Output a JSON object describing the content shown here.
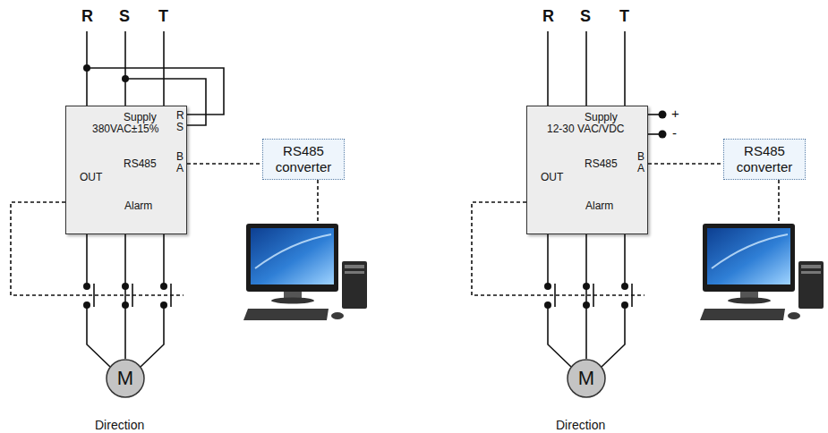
{
  "diagram": {
    "nodes": [
      {
        "text": [
          "Supply",
          "380VAC±15%",
          "R",
          "S",
          "B",
          "A",
          "RS485",
          "OUT",
          "Alarm"
        ]
      },
      {
        "text": [
          "RS485 converter"
        ]
      },
      {
        "text": [
          "M"
        ]
      },
      {
        "text": [
          "Supply",
          "12-30 VAC/VDC",
          "B",
          "A",
          "RS485",
          "OUT",
          "Alarm"
        ]
      },
      {
        "text": [
          "RS485 converter"
        ]
      },
      {
        "text": [
          "M"
        ]
      }
    ],
    "edges": [
      {
        "from": 0,
        "to": 1,
        "arrow": "none"
      },
      {
        "from": 0,
        "to": 2,
        "arrow": "none"
      },
      {
        "from": 3,
        "to": 4,
        "arrow": "none"
      },
      {
        "from": 3,
        "to": 5,
        "arrow": "none"
      }
    ],
    "labels": [
      "R",
      "S",
      "T",
      "Direction",
      "R",
      "S",
      "T",
      "+",
      "-",
      "Direction"
    ]
  }
}
